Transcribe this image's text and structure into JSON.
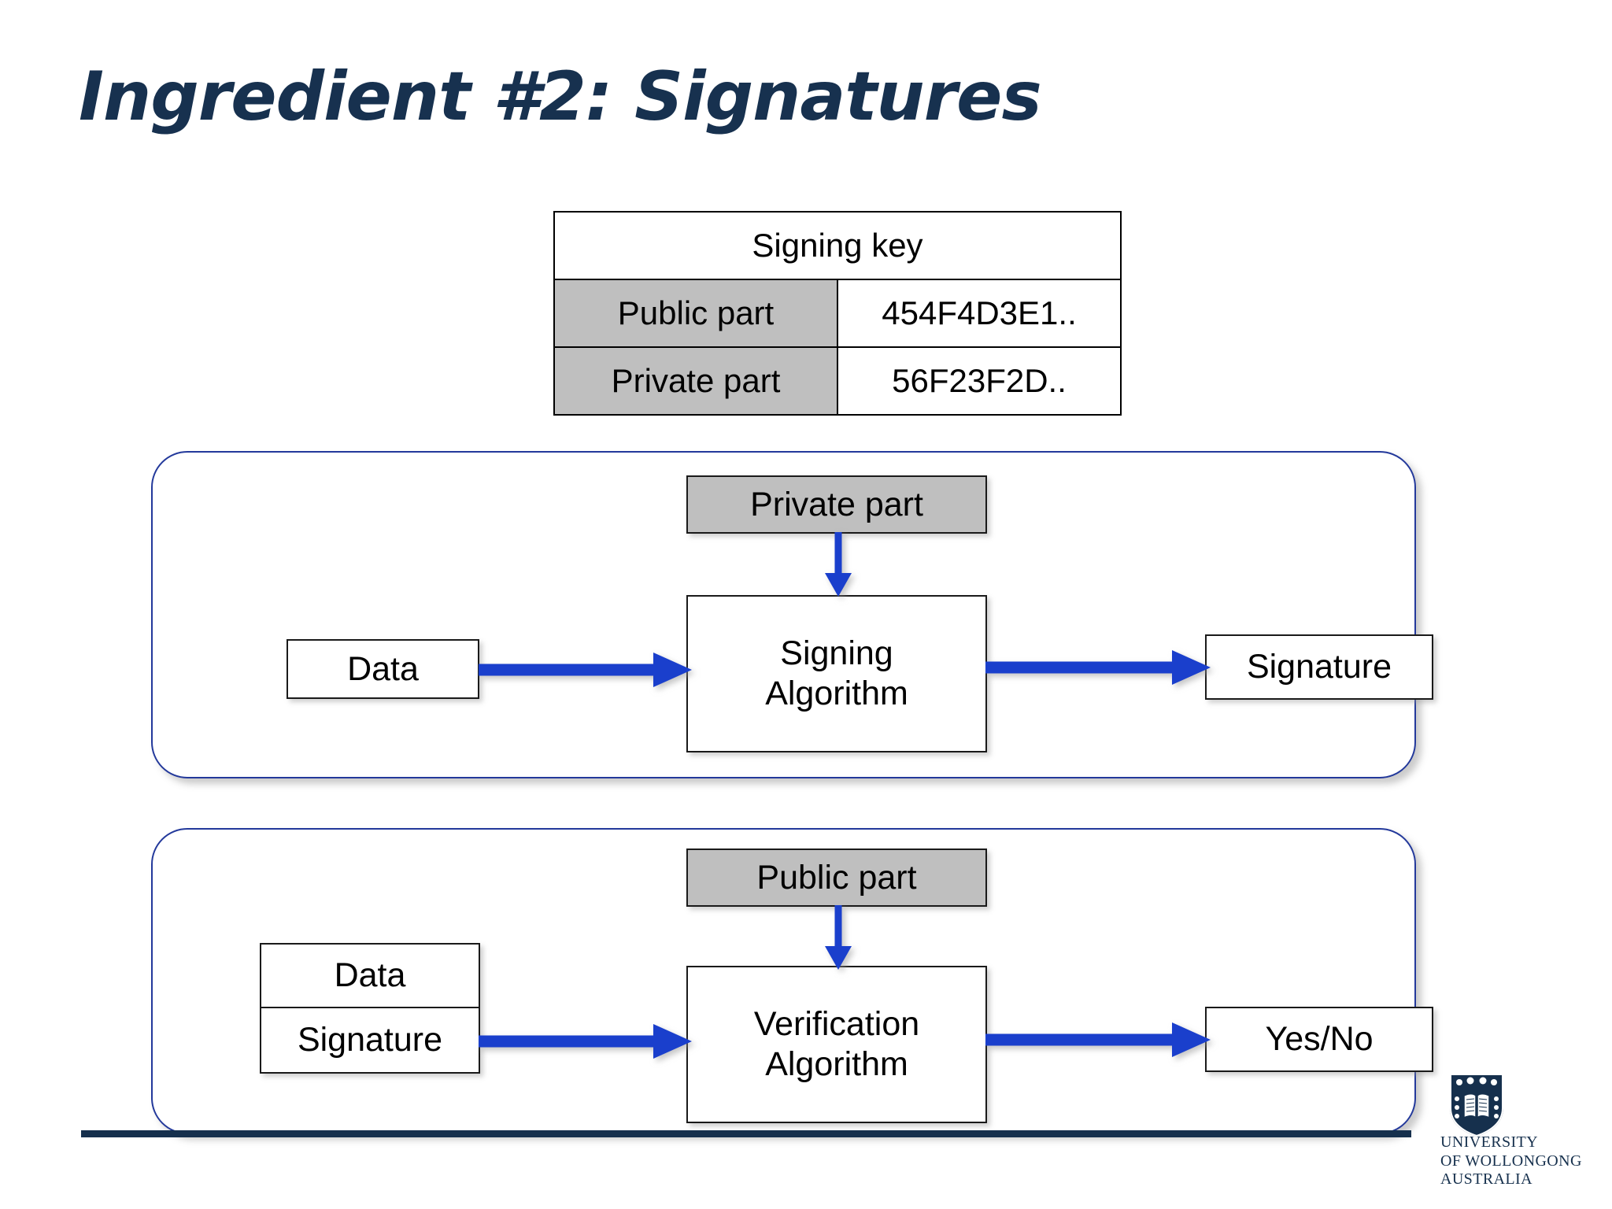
{
  "slide": {
    "title": "Ingredient #2: Signatures",
    "title_color": "#17314f",
    "background": "#ffffff"
  },
  "key_table": {
    "header": "Signing key",
    "rows": [
      {
        "label": "Public part",
        "value": "454F4D3E1.."
      },
      {
        "label": "Private part",
        "value": "56F23F2D.."
      }
    ],
    "label_fill": "#bfbfbf",
    "border_color": "#000000"
  },
  "signing_panel": {
    "key_input": "Private part",
    "data_input": "Data",
    "algorithm": "Signing\nAlgorithm",
    "algorithm_line1": "Signing",
    "algorithm_line2": "Algorithm",
    "output": "Signature",
    "panel_border_color": "#23399b",
    "arrow_color": "#1a3fcc"
  },
  "verification_panel": {
    "key_input": "Public part",
    "data_input": "Data",
    "signature_input": "Signature",
    "algorithm_line1": "Verification",
    "algorithm_line2": "Algorithm",
    "output": "Yes/No",
    "panel_border_color": "#23399b",
    "arrow_color": "#1a3fcc"
  },
  "footer": {
    "rule_color": "#16304d",
    "logo": {
      "line1": "UNIVERSITY",
      "line2": "OF WOLLONGONG",
      "line3": "AUSTRALIA",
      "shield_color": "#16304d"
    }
  }
}
